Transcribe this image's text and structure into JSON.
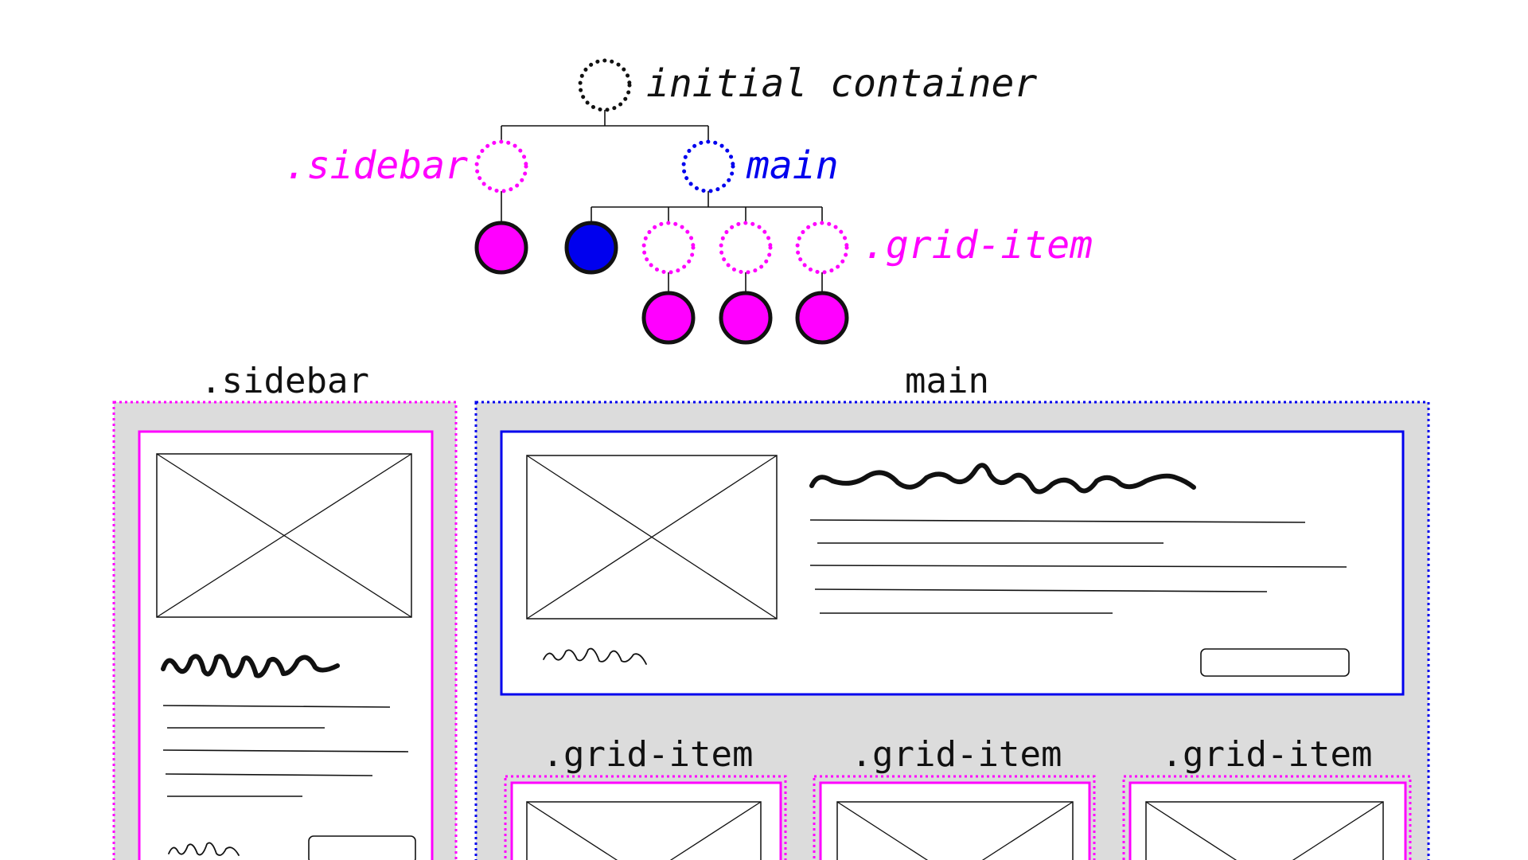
{
  "colors": {
    "magenta": "#ff00ff",
    "blue": "#0000ee",
    "black": "#111111",
    "panel_gray": "#dcdcdc",
    "card_white": "#ffffff"
  },
  "tree": {
    "root_label": "initial container",
    "sidebar_label": ".sidebar",
    "main_label": "main",
    "grid_item_label": ".grid-item"
  },
  "wireframe": {
    "sidebar_title": ".sidebar",
    "main_title": "main",
    "grid_items": [
      {
        "title": ".grid-item"
      },
      {
        "title": ".grid-item"
      },
      {
        "title": ".grid-item"
      }
    ]
  }
}
